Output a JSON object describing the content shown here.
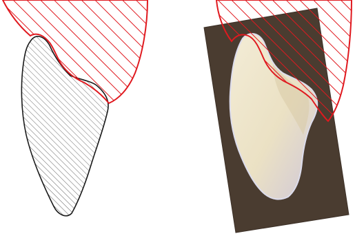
{
  "figure": {
    "panels": [
      {
        "id": "schematic",
        "description_kind": "hatched-outline-drawing"
      },
      {
        "id": "photo",
        "description_kind": "photograph-with-overlay"
      }
    ],
    "colors": {
      "overlay_red": "#e0191f",
      "outline_black": "#1a1a1a",
      "hatch_black": "#555555",
      "photo_background": "#4a3c30",
      "object_cream": "#efe6cf",
      "object_shadow": "#c9bca0",
      "object_edge": "#d8d8e8"
    }
  }
}
